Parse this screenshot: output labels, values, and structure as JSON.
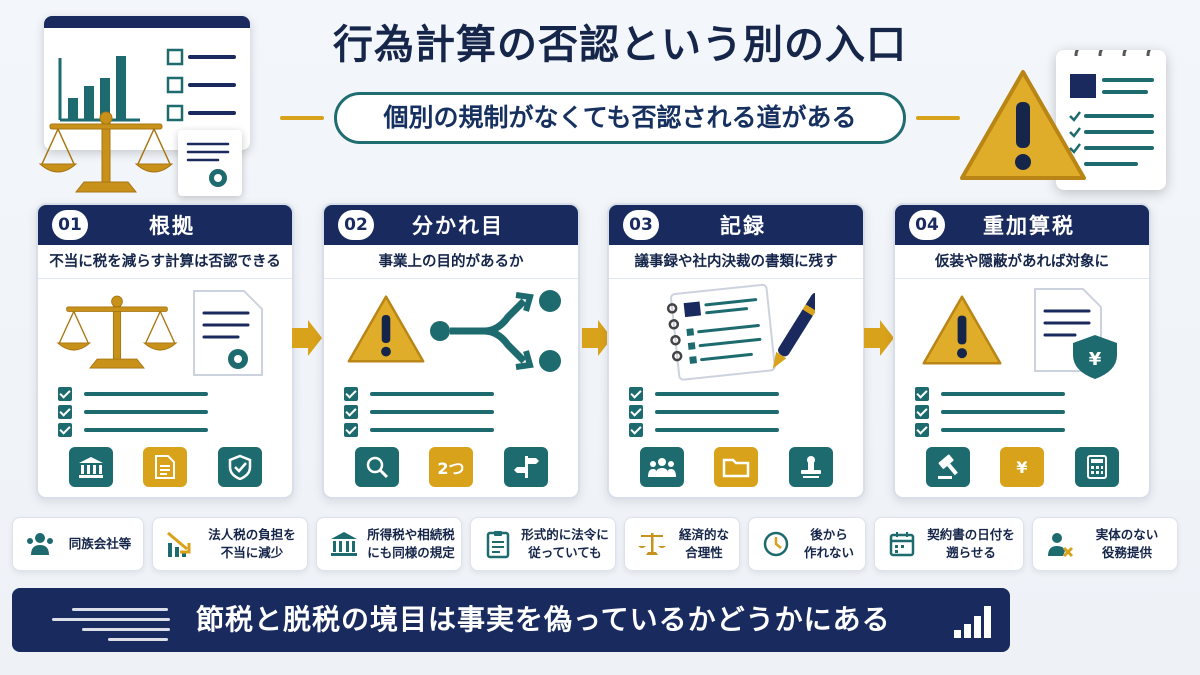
{
  "title": "行為計算の否認という別の入口",
  "subtitle": "個別の規制がなくても否認される道がある",
  "colors": {
    "navy": "#182a5e",
    "teal": "#1d6b6e",
    "gold": "#d9a21b"
  },
  "steps": [
    {
      "number": "01",
      "title": "根拠",
      "description": "不当に税を減らす計算は否認できる",
      "icons": [
        "bank-icon",
        "document-icon",
        "shield-check-icon"
      ]
    },
    {
      "number": "02",
      "title": "分かれ目",
      "description": "事業上の目的があるか",
      "icons": [
        "magnifier-icon",
        "two-icon",
        "signpost-icon"
      ],
      "icon_text": "2つ"
    },
    {
      "number": "03",
      "title": "記録",
      "description": "議事録や社内決裁の書類に残す",
      "icons": [
        "people-icon",
        "folder-icon",
        "stamp-icon"
      ]
    },
    {
      "number": "04",
      "title": "重加算税",
      "description": "仮装や隠蔽があれば対象に",
      "icons": [
        "gavel-icon",
        "yen-icon",
        "calculator-icon"
      ],
      "icon_text": "¥"
    }
  ],
  "chips": [
    {
      "lines": [
        "同族会社等"
      ],
      "icon": "people-icon"
    },
    {
      "lines": [
        "法人税の負担を",
        "不当に減少"
      ],
      "icon": "chart-down-icon"
    },
    {
      "lines": [
        "所得税や相続税",
        "にも同様の規定"
      ],
      "icon": "bank-icon"
    },
    {
      "lines": [
        "形式的に法令に",
        "従っていても"
      ],
      "icon": "clipboard-icon"
    },
    {
      "lines": [
        "経済的な",
        "合理性"
      ],
      "icon": "scale-icon"
    },
    {
      "lines": [
        "後から",
        "作れない"
      ],
      "icon": "clock-icon"
    },
    {
      "lines": [
        "契約書の日付を",
        "遡らせる"
      ],
      "icon": "calendar-icon"
    },
    {
      "lines": [
        "実体のない",
        "役務提供"
      ],
      "icon": "person-x-icon"
    }
  ],
  "banner": "節税と脱税の境目は事実を偽っているかどうかにある"
}
